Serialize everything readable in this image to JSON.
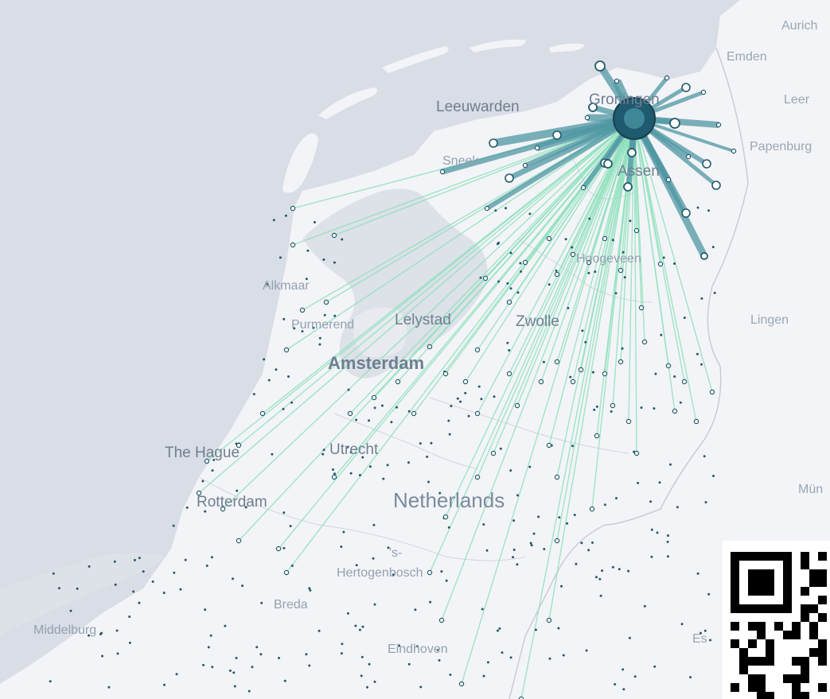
{
  "colors": {
    "sea": "#d9dde5",
    "land": "#f3f4f7",
    "inland_water": "#dde1e8",
    "border": "#c7ccd6",
    "flow_line": "#8fe0bd",
    "flow_bar": "#4f97a3",
    "node_stroke": "#245a6a",
    "hub_fill": "#1f5a6e",
    "hub_core": "#3f8796",
    "label": "#6f7f91",
    "qr": "#000000"
  },
  "hub": {
    "name": "Groningen"
  },
  "labels": {
    "amsterdam": "Amsterdam",
    "leeuwarden": "Leeuwarden",
    "groningen": "Groningen",
    "sneek": "Sneek",
    "assen": "Assen",
    "alkmaar": "Alkmaar",
    "purmerend": "Purmerend",
    "lelystad": "Lelystad",
    "zwolle": "Zwolle",
    "hoogeveen": "Hoogeveen",
    "the_hague": "The Hague",
    "utrecht": "Utrecht",
    "rotterdam": "Rotterdam",
    "netherlands": "Netherlands",
    "s": "'s-",
    "hertogenbosch": "Hertogenbosch",
    "breda": "Breda",
    "middelburg": "Middelburg",
    "eindhoven": "Eindhoven",
    "aurich": "Aurich",
    "emden": "Emden",
    "leer": "Leer",
    "papenburg": "Papenburg",
    "lingen": "Lingen",
    "munster": "Mün",
    "essen": "Es"
  },
  "icons": {
    "qr": "qr-code-icon"
  }
}
